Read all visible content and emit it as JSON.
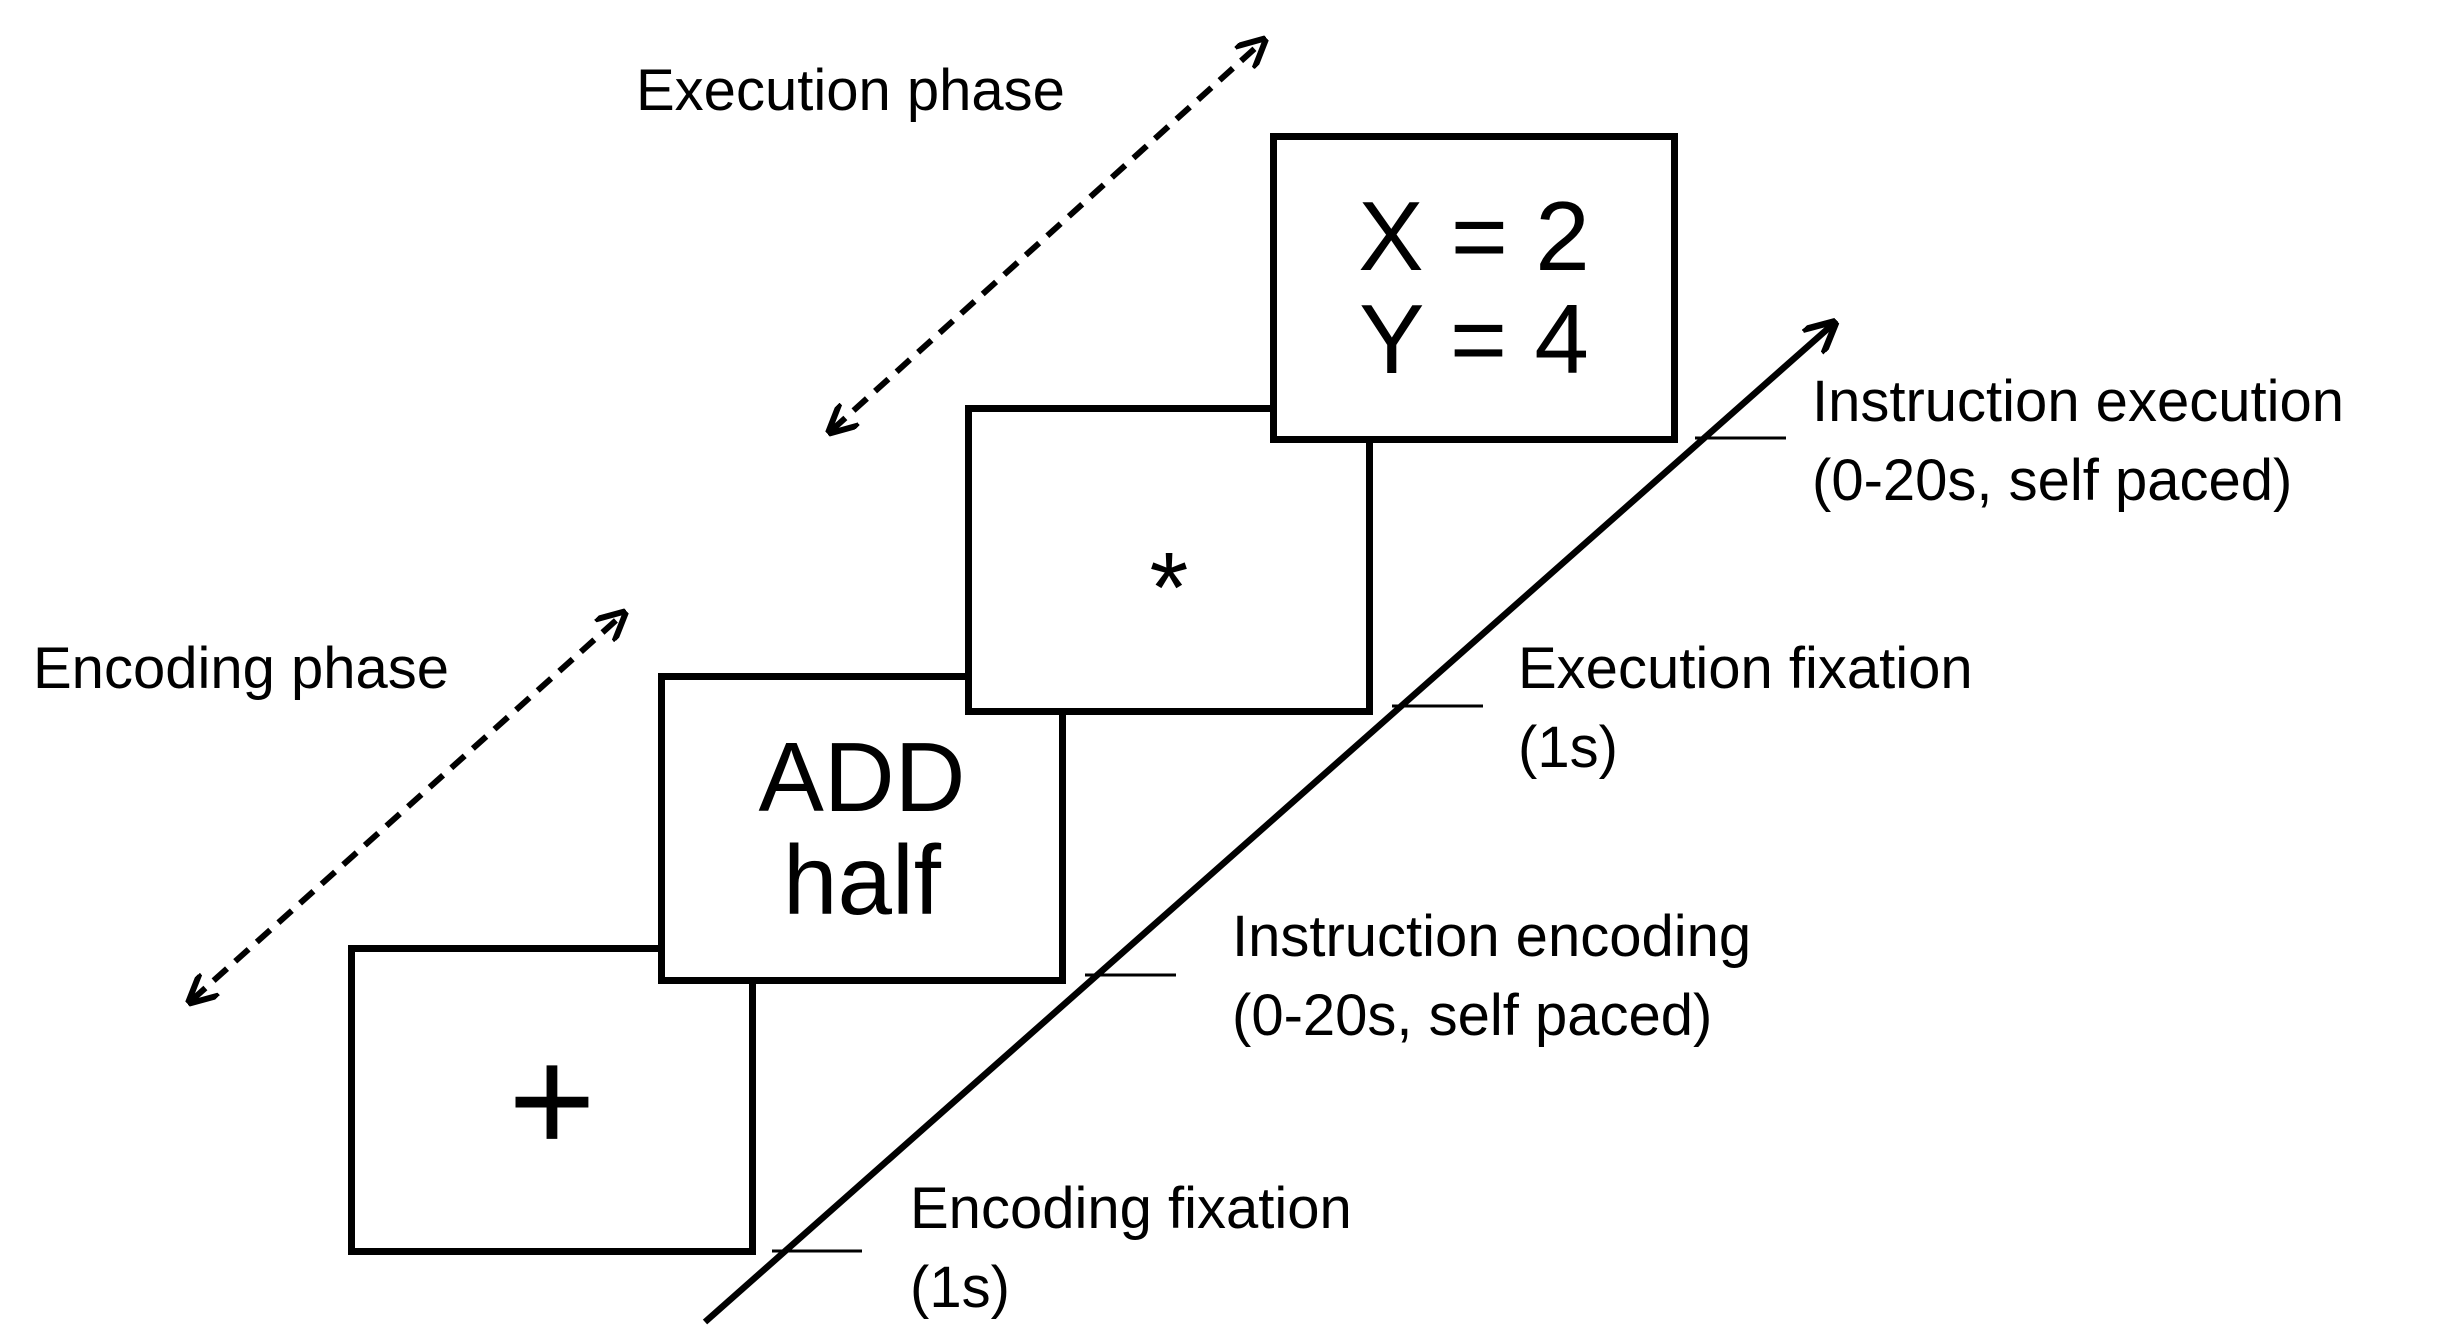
{
  "phases": {
    "execution": "Execution phase",
    "encoding": "Encoding phase"
  },
  "screens": {
    "fixation": {
      "symbol": "+"
    },
    "encoding": {
      "line1": "ADD",
      "line2": "half"
    },
    "execution_fixation": {
      "symbol": "*"
    },
    "execution": {
      "line1": "X = 2",
      "line2": "Y = 4"
    }
  },
  "steps": [
    {
      "name": "Encoding fixation",
      "duration": "(1s)"
    },
    {
      "name": "Instruction encoding",
      "duration": "(0-20s, self paced)"
    },
    {
      "name": "Execution fixation",
      "duration": "(1s)"
    },
    {
      "name": "Instruction execution",
      "duration": "(0-20s, self paced)"
    }
  ],
  "colors": {
    "ink": "#000000",
    "background": "#ffffff"
  }
}
